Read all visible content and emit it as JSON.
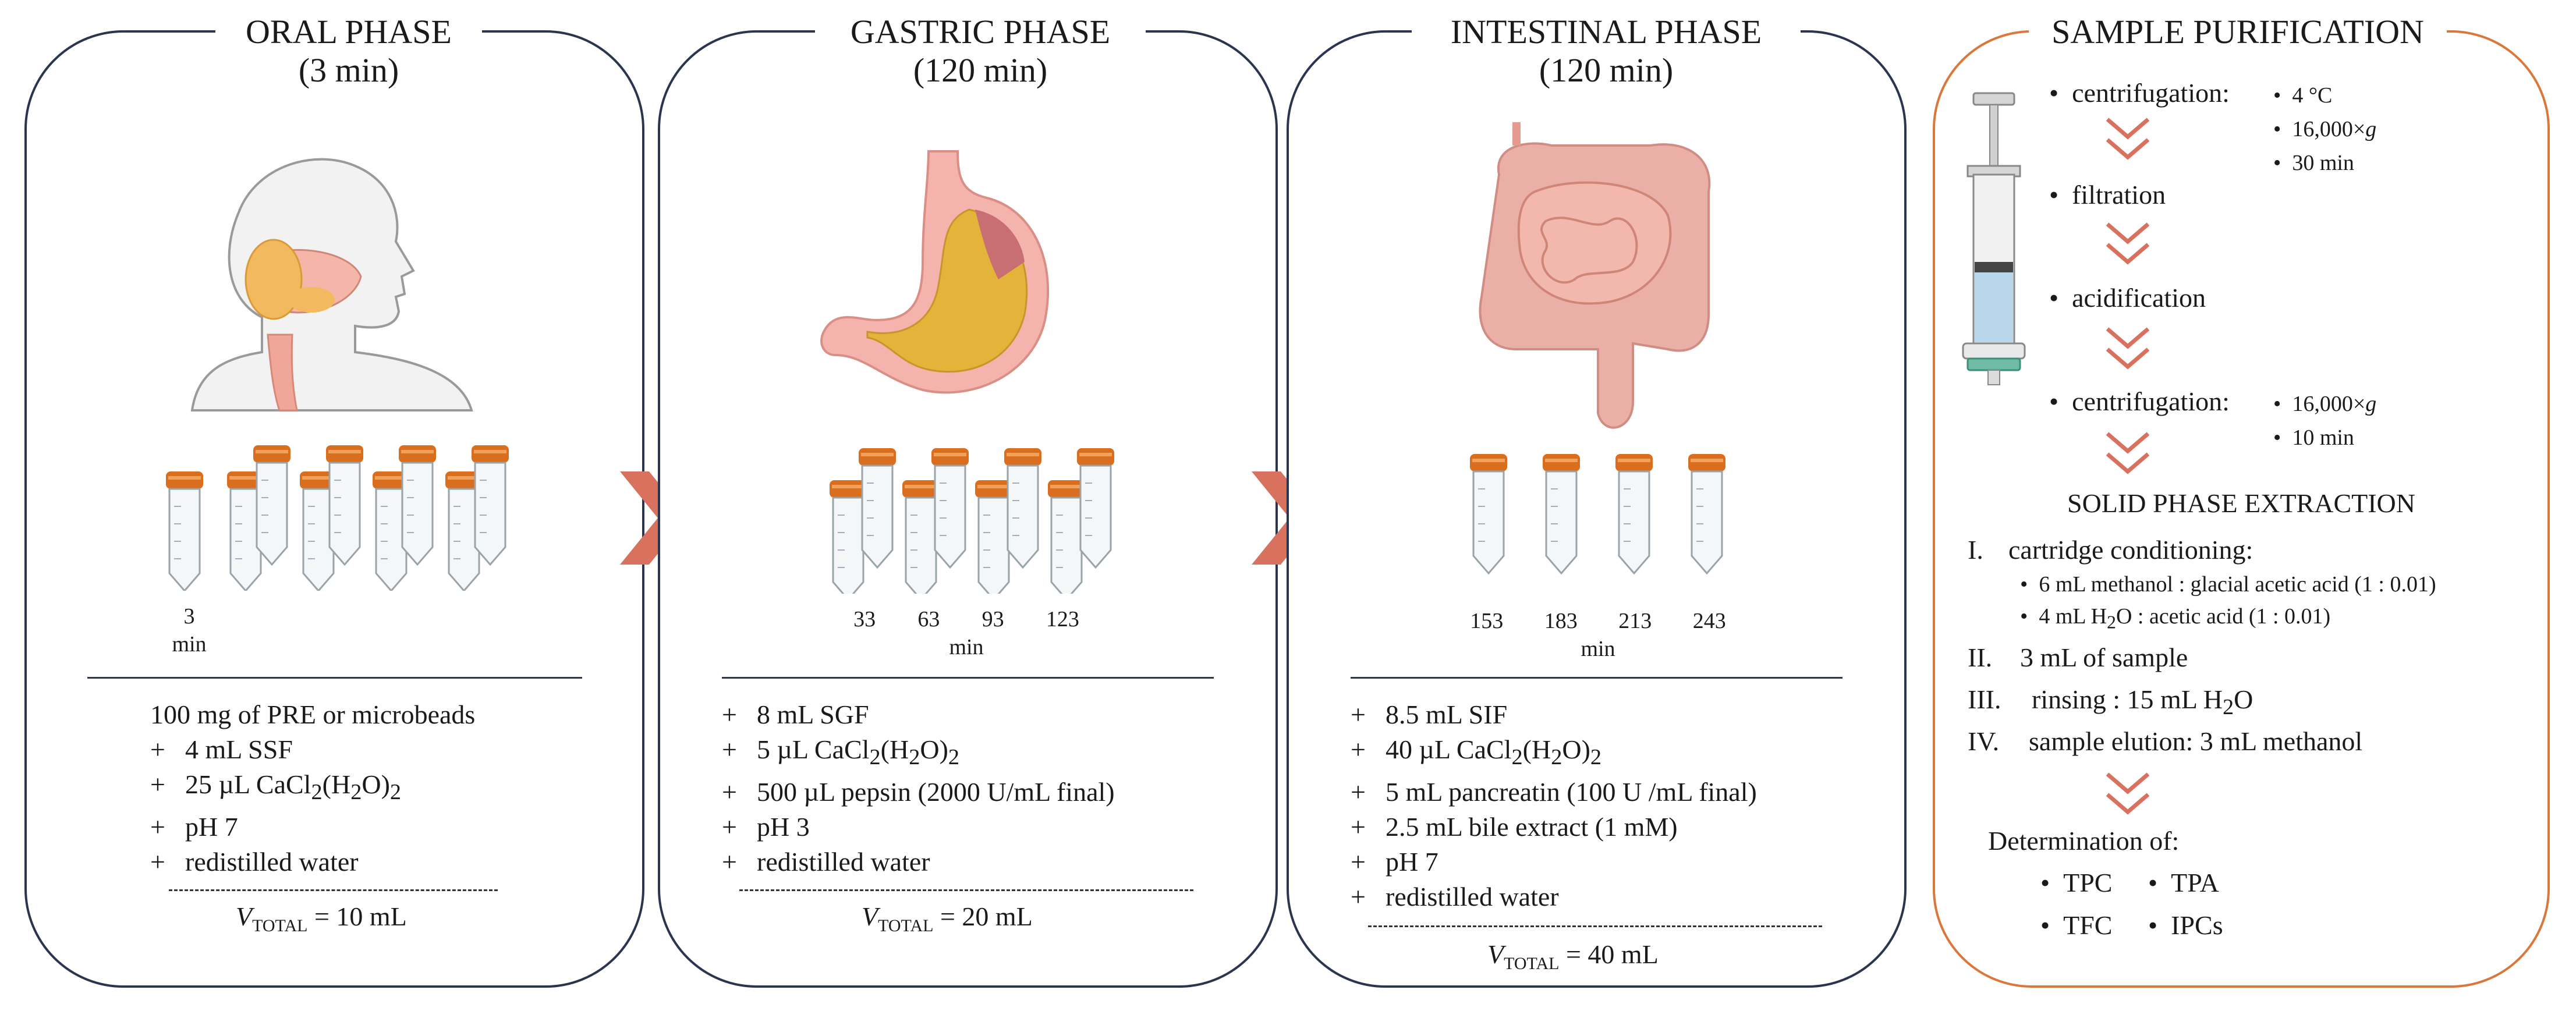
{
  "oral": {
    "title": "ORAL PHASE",
    "duration": "(3 min)",
    "time_label": "3",
    "time_unit": "min",
    "items": [
      "4 mL SSF",
      "25 µL CaCl",
      "pH 7",
      "redistilled water"
    ],
    "first_item": "100 mg of PRE or microbeads",
    "plus": "+",
    "total_v": "V",
    "total_sub": "TOTAL",
    "total_val": " = 10 mL"
  },
  "gastric": {
    "title": "GASTRIC PHASE",
    "duration": "(120 min)",
    "times": [
      "33",
      "63",
      "93",
      "123"
    ],
    "time_unit": "min",
    "items": [
      "8 mL SGF",
      "5 µL CaCl",
      "500 µL pepsin (2000 U/mL final)",
      "pH 3",
      "redistilled water"
    ],
    "plus": "+",
    "total_v": "V",
    "total_sub": "TOTAL",
    "total_val": " = 20 mL"
  },
  "intestinal": {
    "title": "INTESTINAL PHASE",
    "duration": "(120 min)",
    "times": [
      "153",
      "183",
      "213",
      "243"
    ],
    "time_unit": "min",
    "items": [
      "8.5 mL SIF",
      "40 µL CaCl",
      "5 mL pancreatin (100 U /mL final)",
      "2.5 mL bile extract (1 mM)",
      "pH 7",
      "redistilled water"
    ],
    "plus": "+",
    "total_v": "V",
    "total_sub": "TOTAL",
    "total_val": " = 40 mL"
  },
  "cacl_suffix": {
    "sub1": "2",
    "mid": "(H",
    "sub2": "2",
    "end": "O)",
    "sub3": "2"
  },
  "purification": {
    "title": "SAMPLE PURIFICATION",
    "bullet": "•",
    "step1": "centrifugation:",
    "step1_params": [
      "4 °C",
      "16,000×",
      "30 min"
    ],
    "g": "g",
    "step2": "filtration",
    "step3": "acidification",
    "step4": "centrifugation:",
    "step4_params": [
      "16,000×",
      "10 min"
    ],
    "spe_title": "SOLID PHASE EXTRACTION",
    "spe_1_num": "I.",
    "spe_1": "cartridge conditioning:",
    "spe_1a": "6 mL methanol : glacial acetic acid (1 : 0.01)",
    "spe_1b_pre": "4 mL H",
    "spe_1b_sub": "2",
    "spe_1b_post": "O : acetic acid (1 : 0.01)",
    "spe_2_num": "II.",
    "spe_2": "3 mL of sample",
    "spe_3_num": "III.",
    "spe_3_pre": "rinsing : 15 mL H",
    "spe_3_sub": "2",
    "spe_3_post": "O",
    "spe_4_num": "IV.",
    "spe_4": "sample elution: 3 mL methanol",
    "determination": "Determination of:",
    "targets": [
      "TPC",
      "TPA",
      "TFC",
      "IPCs"
    ]
  },
  "colors": {
    "panel_border": "#2b3550",
    "purification_border": "#d9783a",
    "arrow": "#d9715f",
    "cap": "#d96f1e",
    "skin": "#f3b7a6"
  }
}
